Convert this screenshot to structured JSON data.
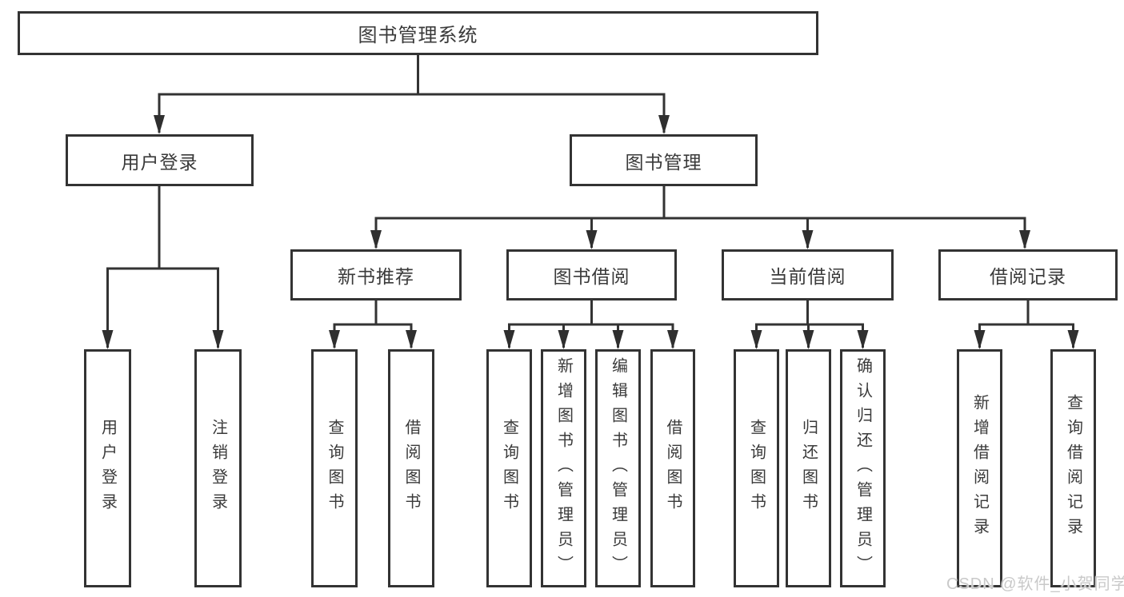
{
  "tree": {
    "root": {
      "label": "图书管理系统",
      "children": [
        {
          "label": "用户登录",
          "children": [
            {
              "label": "用户登录"
            },
            {
              "label": "注销登录"
            }
          ]
        },
        {
          "label": "图书管理",
          "children": [
            {
              "label": "新书推荐",
              "children": [
                {
                  "label": "查询图书"
                },
                {
                  "label": "借阅图书"
                }
              ]
            },
            {
              "label": "图书借阅",
              "children": [
                {
                  "label": "查询图书"
                },
                {
                  "label": "新增图书（管理员）"
                },
                {
                  "label": "编辑图书（管理员）"
                },
                {
                  "label": "借阅图书"
                }
              ]
            },
            {
              "label": "当前借阅",
              "children": [
                {
                  "label": "查询图书"
                },
                {
                  "label": "归还图书"
                },
                {
                  "label": "确认归还（管理员）"
                }
              ]
            },
            {
              "label": "借阅记录",
              "children": [
                {
                  "label": "新增借阅记录"
                },
                {
                  "label": "查询借阅记录"
                }
              ]
            }
          ]
        }
      ]
    }
  },
  "watermark": "CSDN @软件_小贺同学",
  "colors": {
    "line": "#333333",
    "box_border": "#333333",
    "text": "#3a3a3a",
    "watermark": "#c9c9c9",
    "background": "#ffffff"
  }
}
